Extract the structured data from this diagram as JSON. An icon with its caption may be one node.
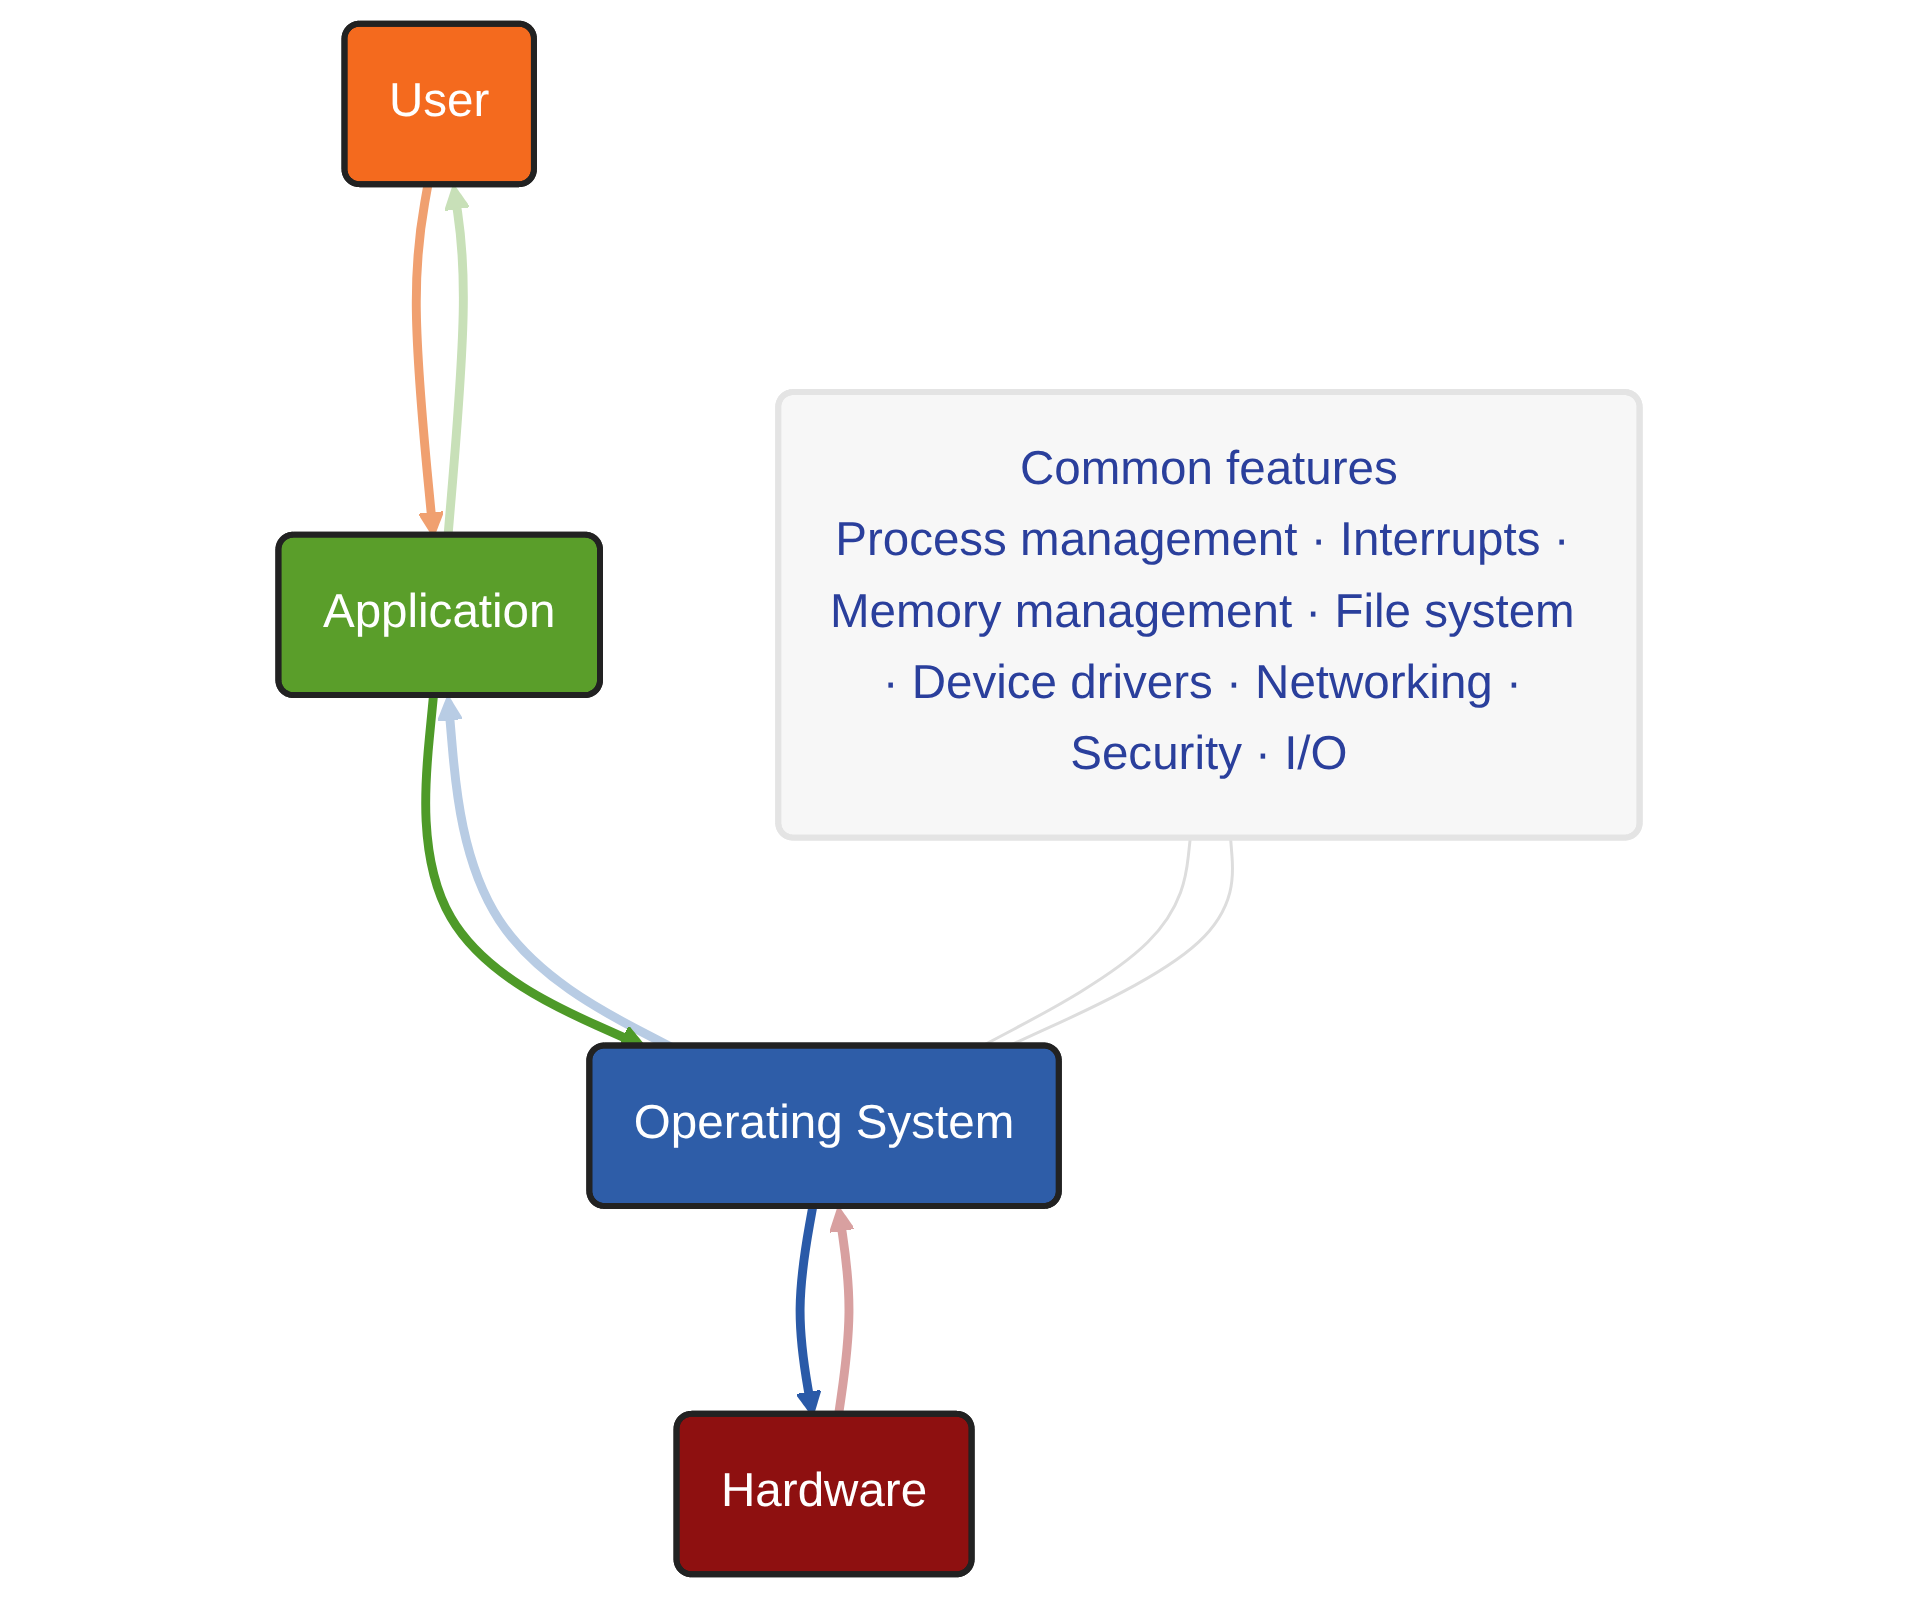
{
  "diagram": {
    "nodes": [
      {
        "text": [
          "User"
        ]
      },
      {
        "text": [
          "Application"
        ]
      },
      {
        "text": [
          "Operating System"
        ]
      },
      {
        "text": [
          "Hardware"
        ]
      },
      {
        "text": [
          "Common features",
          "Process management · Interrupts · Memory management · File system · Device drivers · Networking · Security · I/O"
        ]
      }
    ],
    "edges": [
      {
        "from": 1,
        "to": 0,
        "arrow": "to",
        "color": "#c8e0b8"
      },
      {
        "from": 0,
        "to": 1,
        "arrow": "to",
        "color": "#f0a070"
      },
      {
        "from": 2,
        "to": 1,
        "arrow": "to",
        "color": "#b8cce4"
      },
      {
        "from": 1,
        "to": 2,
        "arrow": "to",
        "color": "#4e9a28"
      },
      {
        "from": 3,
        "to": 2,
        "arrow": "to",
        "color": "#d8a0a0"
      },
      {
        "from": 2,
        "to": 3,
        "arrow": "to",
        "color": "#2a5aa8"
      },
      {
        "from": 4,
        "to": 2,
        "arrow": "none",
        "color": "#dddddd"
      },
      {
        "from": 4,
        "to": 2,
        "arrow": "none",
        "color": "#dddddd"
      }
    ]
  }
}
